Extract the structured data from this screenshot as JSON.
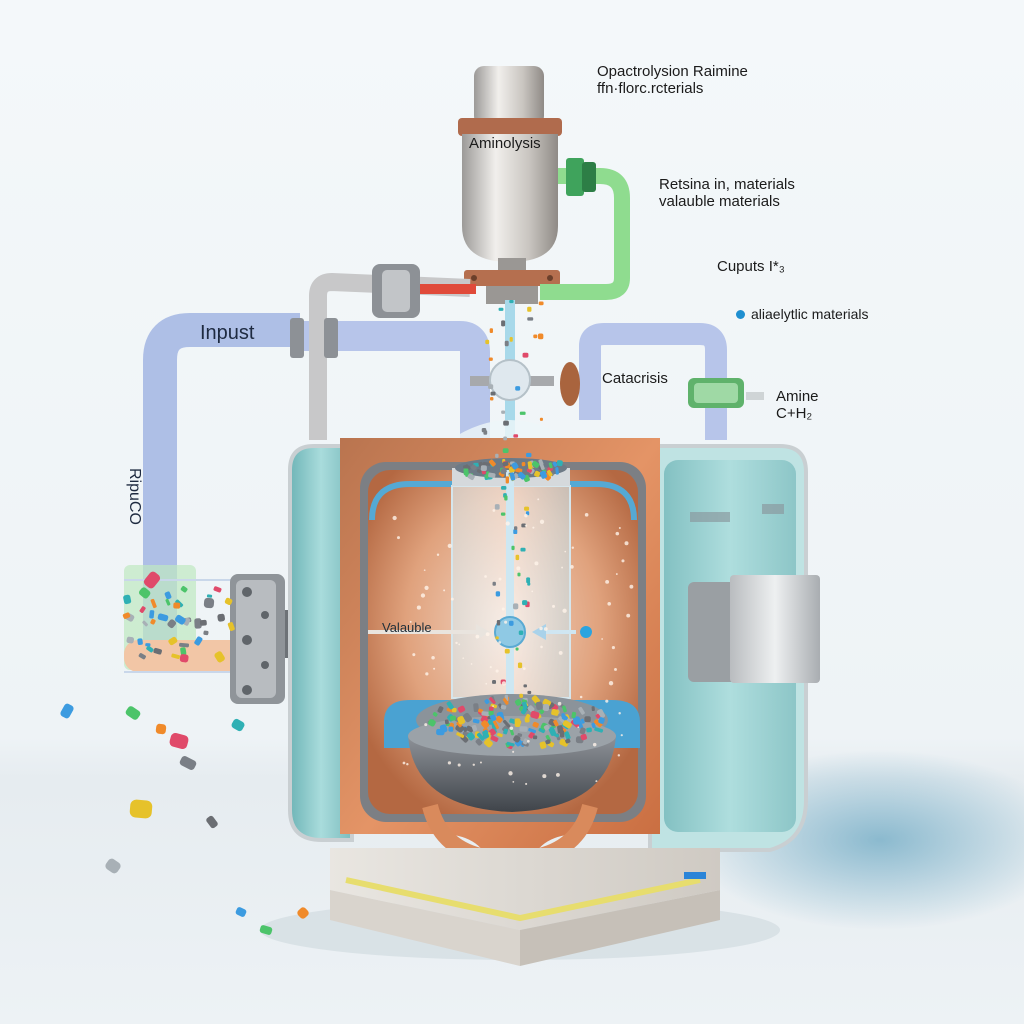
{
  "labels": {
    "opac_line1": "Opactrolysion   Raimine",
    "opac_line2": "ffn·florc.rcterials",
    "retsina_line1": "Retsina in, materials",
    "retsina_line2": "valauble materials",
    "cuputs": "Cuputs I*₃",
    "alia": "aliaelytlic materials",
    "catacrisis": "Catacrisis",
    "amine_line1": "Amine",
    "amine_line2": "C+H₂",
    "aminolysis": "Aminolysis",
    "inpust": "Inpust",
    "ripuco": "RipuCO",
    "valauble": "Valauble"
  },
  "colors": {
    "pipe_blue": "#aebfe6",
    "pipe_green": "#7fd67f",
    "pipe_red": "#e04a3a",
    "vessel_teal": "#9fd3d4",
    "vessel_copper": "#d77e55",
    "vessel_silver": "#c9ccd0",
    "accent_dot": "#1f8fd0"
  }
}
